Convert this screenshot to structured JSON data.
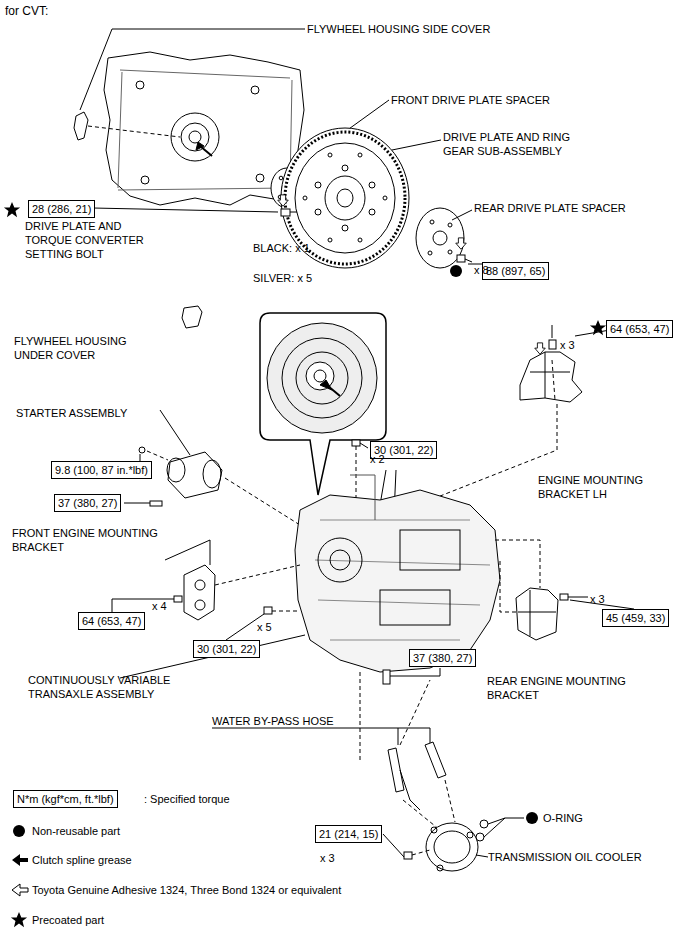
{
  "diagram": {
    "title": "for CVT:",
    "nodes": [
      {
        "text": [
          "28 (286, 21)"
        ]
      },
      {
        "text": [
          "88 (897, 65)"
        ]
      },
      {
        "text": [
          "64 (653, 47)"
        ]
      },
      {
        "text": [
          "9.8 (100, 87 in.*lbf)"
        ]
      },
      {
        "text": [
          "30 (301, 22)"
        ]
      },
      {
        "text": [
          "37 (380, 27)"
        ]
      },
      {
        "text": [
          "64 (653, 47)"
        ]
      },
      {
        "text": [
          "30 (301, 22)"
        ]
      },
      {
        "text": [
          "45 (459, 33)"
        ]
      },
      {
        "text": [
          "37 (380, 27)"
        ]
      },
      {
        "text": [
          "21 (214, 15)"
        ]
      },
      {
        "text": [
          "N*m (kgf*cm, ft.*lbf)"
        ]
      }
    ],
    "labels": [
      "FLYWHEEL HOUSING SIDE COVER",
      "FRONT DRIVE PLATE SPACER",
      "DRIVE PLATE AND RING GEAR SUB-ASSEMBLY",
      "REAR DRIVE PLATE SPACER",
      "DRIVE PLATE AND TORQUE CONVERTER SETTING BOLT",
      "BLACK: x 1",
      "SILVER: x 5",
      "x 8",
      "x 3",
      "FLYWHEEL HOUSING UNDER COVER",
      "STARTER ASSEMBLY",
      "x 2",
      "ENGINE MOUNTING BRACKET LH",
      "FRONT ENGINE MOUNTING BRACKET",
      "x 4",
      "x 5",
      "x 3",
      "CONTINUOUSLY VARIABLE TRANSAXLE ASSEMBLY",
      "REAR ENGINE MOUNTING BRACKET",
      "WATER BY-PASS HOSE",
      "O-RING",
      "TRANSMISSION OIL COOLER",
      "x 3"
    ],
    "legend": [
      {
        "text": ": Specified torque"
      },
      {
        "text": "Non-reusable part"
      },
      {
        "text": "Clutch spline grease"
      },
      {
        "text": "Toyota Genuine Adhesive 1324, Three Bond 1324 or equivalent"
      },
      {
        "text": "Precoated part"
      }
    ]
  }
}
